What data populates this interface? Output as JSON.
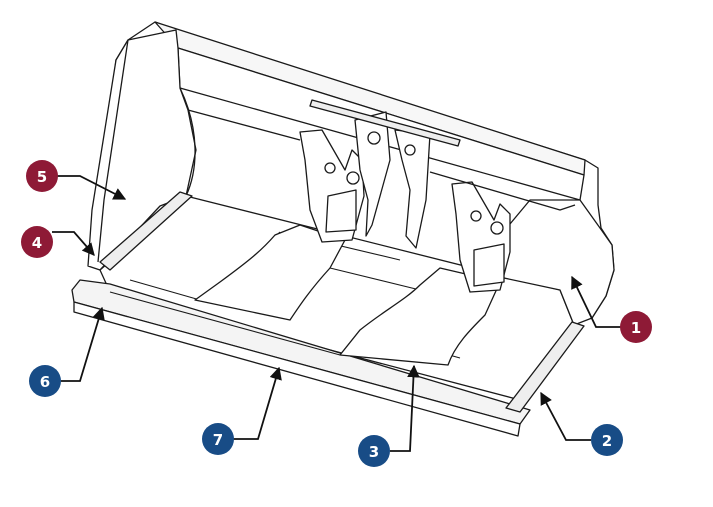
{
  "diagram": {
    "subject": "bucket-line-drawing",
    "colors": {
      "stroke": "#1a1a1a",
      "fill": "#ffffff",
      "shade": "#f2f2f2",
      "callout_red": "#8e1a36",
      "callout_blue": "#184c86",
      "arrow": "#111111",
      "label_text": "#ffffff"
    },
    "callouts": [
      {
        "id": "c1",
        "label": "1",
        "color": "red"
      },
      {
        "id": "c2",
        "label": "2",
        "color": "blue"
      },
      {
        "id": "c3",
        "label": "3",
        "color": "blue"
      },
      {
        "id": "c4",
        "label": "4",
        "color": "red"
      },
      {
        "id": "c5",
        "label": "5",
        "color": "red"
      },
      {
        "id": "c6",
        "label": "6",
        "color": "blue"
      },
      {
        "id": "c7",
        "label": "7",
        "color": "blue"
      }
    ]
  }
}
